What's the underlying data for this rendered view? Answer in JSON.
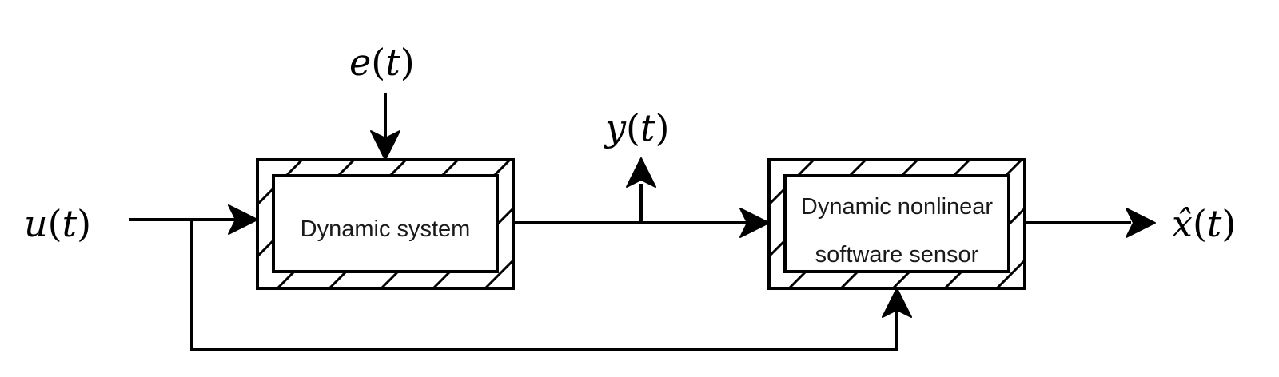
{
  "diagram": {
    "blocks": [
      {
        "id": "dynamic-system",
        "label": "Dynamic system"
      },
      {
        "id": "software-sensor",
        "label_line1": "Dynamic nonlinear",
        "label_line2": "software sensor"
      }
    ],
    "signals": {
      "input": {
        "symbol": "u",
        "arg": "t"
      },
      "disturbance": {
        "symbol": "e",
        "arg": "t"
      },
      "measurement": {
        "symbol": "y",
        "arg": "t"
      },
      "estimate": {
        "symbol": "x̂",
        "arg": "t"
      }
    },
    "colors": {
      "stroke": "#000000",
      "background": "#ffffff"
    }
  }
}
